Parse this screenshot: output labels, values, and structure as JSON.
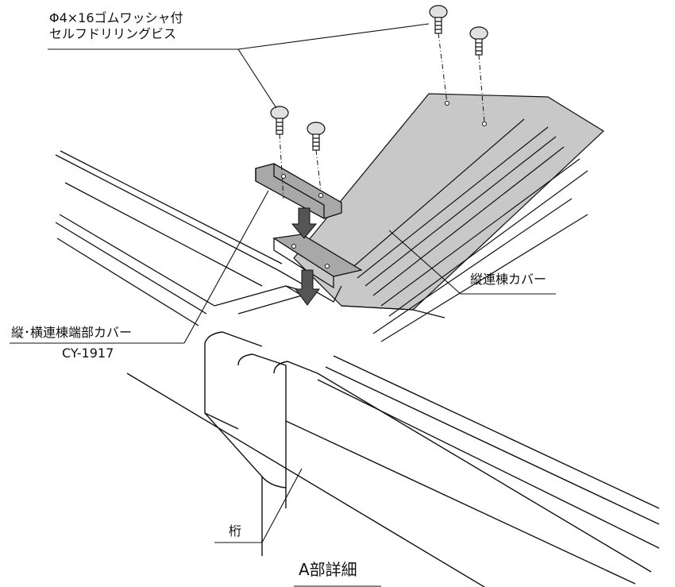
{
  "labels": {
    "screw_line1": "Φ4×16ゴムワッシャ付",
    "screw_line2": "セルフドリリングビス",
    "vertical_cover": "縦連棟カバー",
    "end_cover_line1": "縦･横連棟端部カバー",
    "end_cover_line2": "CY-1917",
    "beam": "桁",
    "caption": "A部詳細"
  },
  "colors": {
    "line": "#111111",
    "cover_fill": "#c8c8c8",
    "part_fill": "#a8a8a8",
    "background": "#ffffff"
  }
}
